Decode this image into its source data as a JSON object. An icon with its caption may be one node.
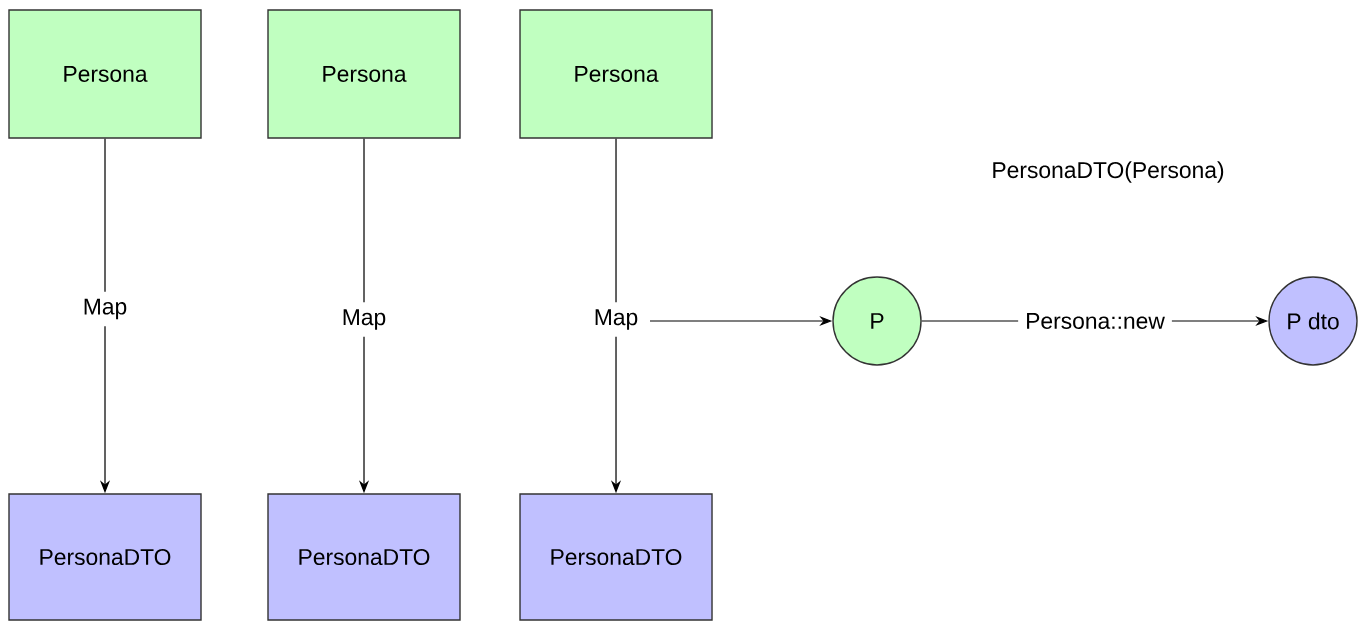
{
  "diagram": {
    "nodes": [
      {
        "text": [
          "Persona"
        ]
      },
      {
        "text": [
          "Persona"
        ]
      },
      {
        "text": [
          "Persona"
        ]
      },
      {
        "text": [
          "PersonaDTO"
        ]
      },
      {
        "text": [
          "PersonaDTO"
        ]
      },
      {
        "text": [
          "PersonaDTO"
        ]
      },
      {
        "text": [
          "P"
        ]
      },
      {
        "text": [
          "P dto"
        ]
      }
    ],
    "edges": [
      {
        "from": 0,
        "to": 3,
        "arrow": "to",
        "label": "Map"
      },
      {
        "from": 1,
        "to": 4,
        "arrow": "to",
        "label": "Map"
      },
      {
        "from": 2,
        "to": 5,
        "arrow": "to",
        "label": "Map"
      },
      {
        "from": null,
        "to": 6,
        "arrow": "to"
      },
      {
        "from": 6,
        "to": 7,
        "arrow": "to",
        "label": "Persona::new"
      }
    ],
    "labels": [
      "PersonaDTO(Persona)"
    ]
  }
}
